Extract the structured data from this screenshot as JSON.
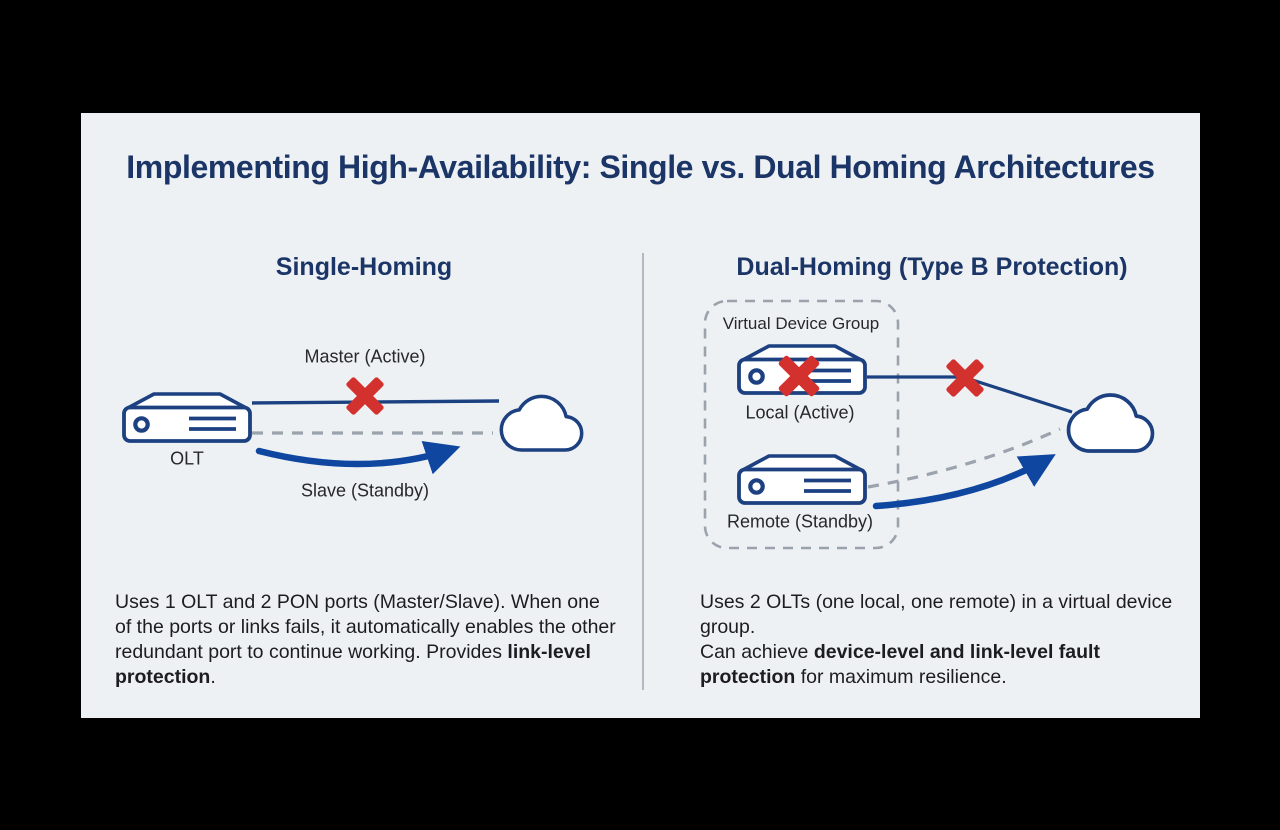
{
  "title": "Implementing High-Availability: Single vs. Dual Homing Architectures",
  "colors": {
    "card_background": "#eef1f4",
    "navy_outline": "#1c4080",
    "heading_navy": "#1b3567",
    "arrow_blue": "#0f47a0",
    "failure_red": "#d3312e",
    "standby_dash_gray": "#9ba3ad",
    "body_text": "#1d1d1f"
  },
  "left_panel": {
    "heading": "Single-Homing",
    "labels": {
      "master_link": "Master (Active)",
      "device": "OLT",
      "slave_link": "Slave (Standby)"
    },
    "description": {
      "pre": "Uses 1 OLT and 2 PON ports (Master/Slave). When one of the ports or links fails, it automatically enables the other redundant port to continue working. Provides ",
      "bold": "link-level protection",
      "post": "."
    }
  },
  "right_panel": {
    "heading": "Dual-Homing (Type B Protection)",
    "labels": {
      "group": "Virtual Device Group",
      "local_device": "Local (Active)",
      "remote_device": "Remote (Standby)"
    },
    "description": {
      "line1": "Uses 2 OLTs (one local, one remote) in a virtual device group.",
      "pre": "Can achieve ",
      "bold": "device-level and link-level fault protection",
      "post": " for maximum resilience."
    }
  }
}
